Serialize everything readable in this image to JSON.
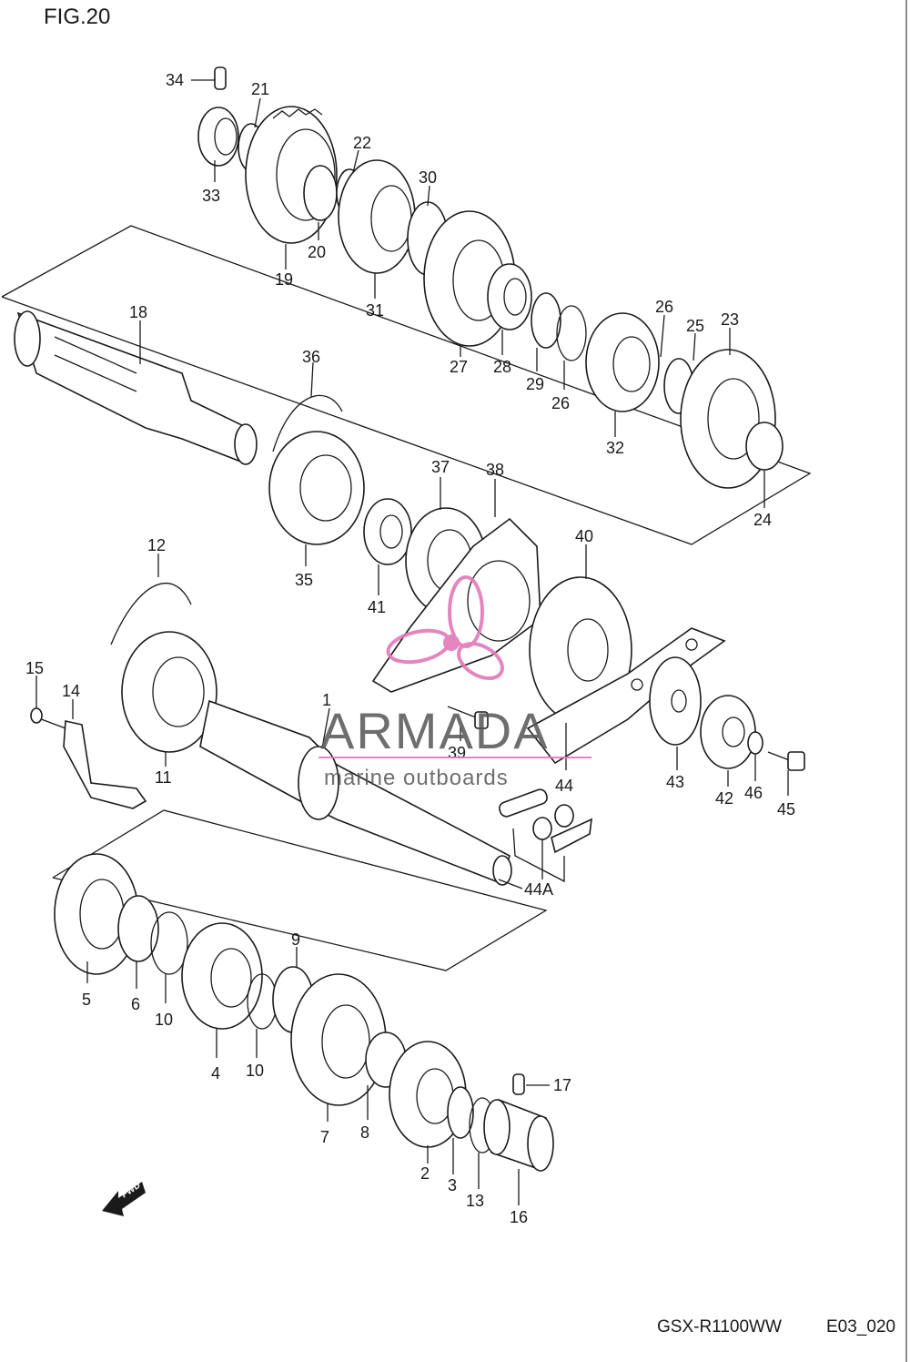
{
  "figure": {
    "title": "FIG.20"
  },
  "footer": {
    "model": "GSX-R1100WW",
    "code": "E03_020"
  },
  "watermark": {
    "brand": "ARMADA",
    "tagline": "marine outboards",
    "color": "#e07ab8"
  },
  "fwd_label": "FWD",
  "labels": {
    "p1": "1",
    "p2": "2",
    "p3": "3",
    "p4": "4",
    "p5": "5",
    "p6": "6",
    "p7": "7",
    "p8": "8",
    "p9": "9",
    "p10a": "10",
    "p10b": "10",
    "p11": "11",
    "p12": "12",
    "p13": "13",
    "p14": "14",
    "p15": "15",
    "p16": "16",
    "p17": "17",
    "p18": "18",
    "p19": "19",
    "p20": "20",
    "p21": "21",
    "p22": "22",
    "p23": "23",
    "p24": "24",
    "p25": "25",
    "p26a": "26",
    "p26b": "26",
    "p27": "27",
    "p28": "28",
    "p29": "29",
    "p30": "30",
    "p31": "31",
    "p32": "32",
    "p33": "33",
    "p34": "34",
    "p35": "35",
    "p36": "36",
    "p37": "37",
    "p38": "38",
    "p39": "39",
    "p40": "40",
    "p41": "41",
    "p42": "42",
    "p43": "43",
    "p44a": "44",
    "p44A": "44A",
    "p45": "45",
    "p46": "46"
  }
}
